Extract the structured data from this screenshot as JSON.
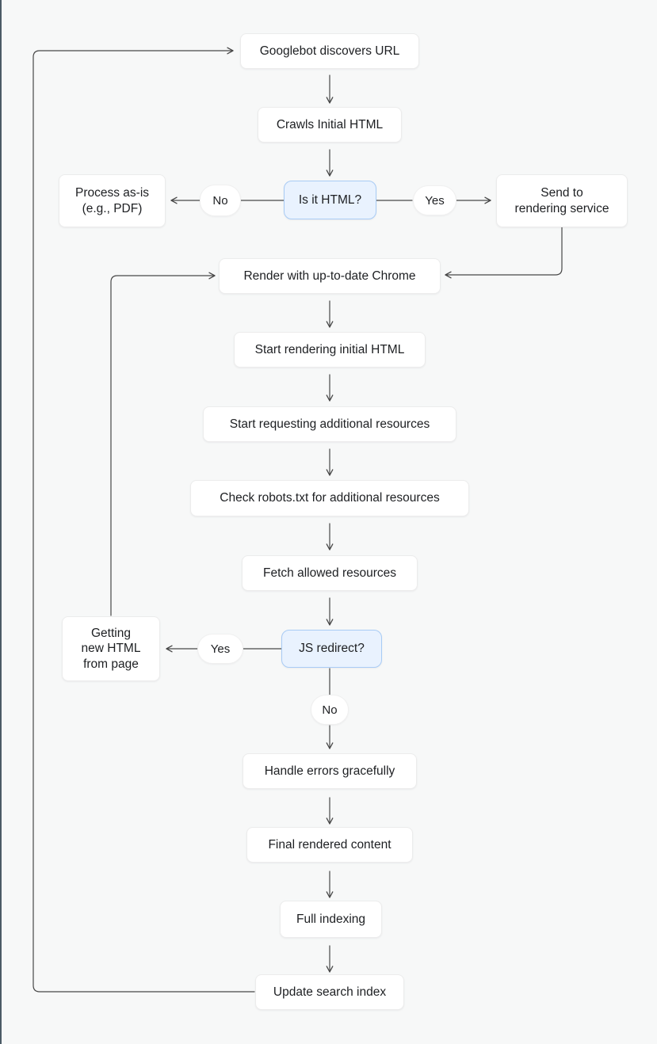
{
  "page": {
    "background_color": "#f7f8f8",
    "left_strip_color": "#4b5b66",
    "edge_color": "#474747",
    "decision_fill": "#e9f2fe",
    "decision_border": "#a8cbf5"
  },
  "nodes": {
    "googlebot": {
      "label": "Googlebot discovers URL",
      "type": "process"
    },
    "crawls": {
      "label": "Crawls Initial HTML",
      "type": "process"
    },
    "is_html": {
      "label": "Is it HTML?",
      "type": "decision"
    },
    "process_as_is": {
      "label": "Process as-is\n(e.g., PDF)",
      "type": "process"
    },
    "send_rendering": {
      "label": "Send to\nrendering service",
      "type": "process"
    },
    "render_chrome": {
      "label": "Render with up-to-date Chrome",
      "type": "process"
    },
    "start_rendering": {
      "label": "Start rendering initial HTML",
      "type": "process"
    },
    "start_requesting": {
      "label": "Start requesting additional resources",
      "type": "process"
    },
    "check_robots": {
      "label": "Check robots.txt for additional resources",
      "type": "process"
    },
    "fetch_allowed": {
      "label": "Fetch allowed resources",
      "type": "process"
    },
    "js_redirect": {
      "label": "JS redirect?",
      "type": "decision"
    },
    "getting_new_html": {
      "label": "Getting\nnew HTML\nfrom page",
      "type": "process"
    },
    "handle_errors": {
      "label": "Handle errors gracefully",
      "type": "process"
    },
    "final_rendered": {
      "label": "Final rendered content",
      "type": "process"
    },
    "full_indexing": {
      "label": "Full indexing",
      "type": "process"
    },
    "update_index": {
      "label": "Update search index",
      "type": "process"
    }
  },
  "edge_labels": {
    "is_html_no": "No",
    "is_html_yes": "Yes",
    "js_redirect_yes": "Yes",
    "js_redirect_no": "No"
  }
}
